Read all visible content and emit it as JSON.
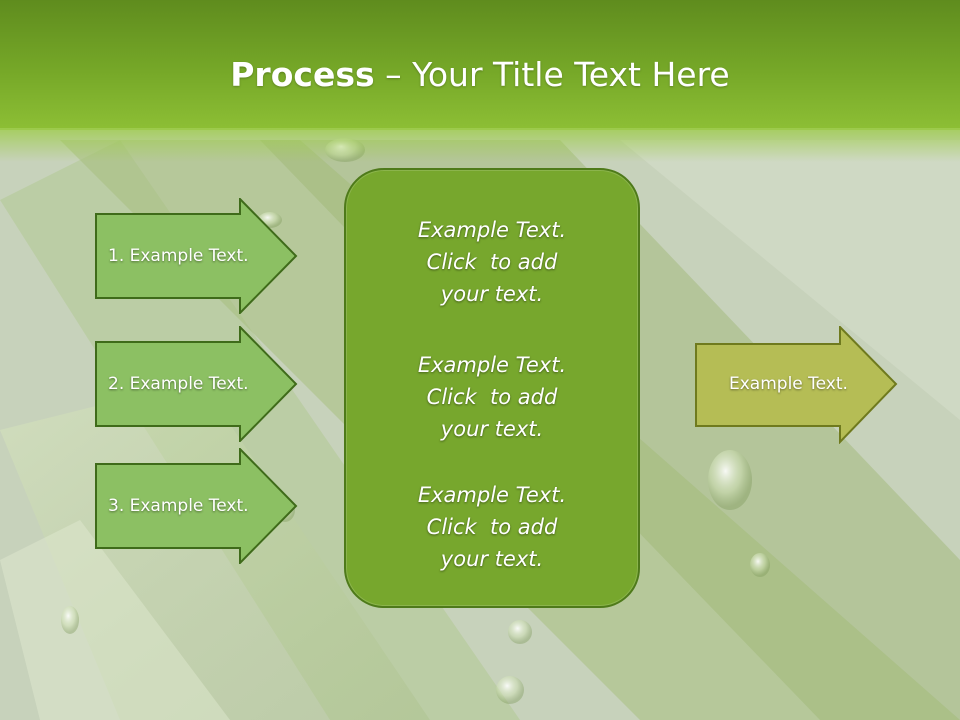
{
  "title": {
    "bold": "Process",
    "rest": " – Your Title Text Here"
  },
  "inputs": [
    {
      "label": "1. Example Text."
    },
    {
      "label": "2. Example Text."
    },
    {
      "label": "3. Example Text."
    }
  ],
  "center": {
    "paragraphs": [
      {
        "line1": "Example Text.",
        "line2": "Click  to add",
        "line3": "your text."
      },
      {
        "line1": "Example Text.",
        "line2": "Click  to add",
        "line3": "your text."
      },
      {
        "line1": "Example Text.",
        "line2": "Click  to add",
        "line3": "your text."
      }
    ]
  },
  "output": {
    "label": "Example Text."
  },
  "colors": {
    "title_bar": "#76a828",
    "input_arrow_fill": "#8cc063",
    "input_arrow_stroke": "#3f6b1a",
    "center_fill": "#77a72d",
    "output_arrow_fill": "#b5bd55",
    "output_arrow_stroke": "#6f7a1e"
  }
}
